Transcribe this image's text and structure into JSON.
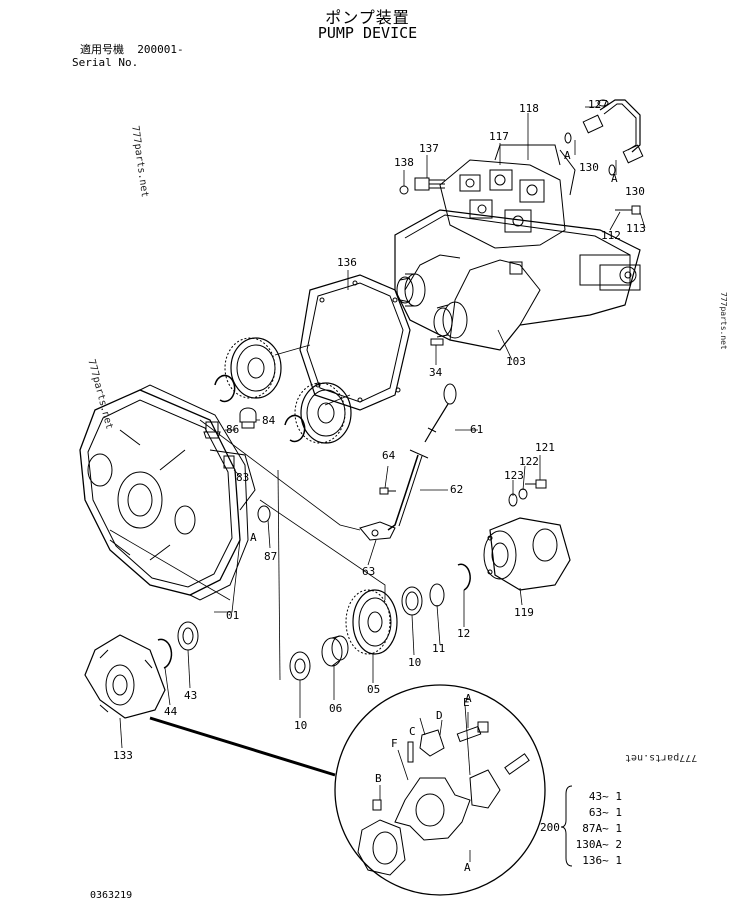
{
  "header": {
    "title_jp": "ポンプ装置",
    "title_en": "PUMP DEVICE",
    "serial_label_jp": "適用号機",
    "serial_value": "200001-",
    "serial_label_en": "Serial No."
  },
  "watermarks": {
    "top_left": "777parts.net",
    "mid_left": "777parts.net",
    "bottom_right": "777parts.net",
    "right_edge": "777parts.net"
  },
  "callouts": {
    "c118": "118",
    "c127": "127",
    "c117": "117",
    "c137": "137",
    "c138": "138",
    "c130a": "130",
    "c130b": "130",
    "cA1": "A",
    "cA2": "A",
    "c113": "113",
    "c112": "112",
    "c136": "136",
    "c103": "103",
    "c34": "34",
    "c61": "61",
    "c86": "86",
    "c84": "84",
    "c83": "83",
    "c87": "87",
    "cA3": "A",
    "c64": "64",
    "c62": "62",
    "c121": "121",
    "c122": "122",
    "c123": "123",
    "c63": "63",
    "c01": "01",
    "c10a": "10",
    "c11": "11",
    "c12": "12",
    "c119": "119",
    "c05": "05",
    "c06": "06",
    "c10b": "10",
    "c44": "44",
    "c43": "43",
    "c133": "133",
    "cD": "D",
    "cE": "E",
    "cC": "C",
    "cF": "F",
    "cB": "B",
    "cA4": "A",
    "cA5": "A"
  },
  "parts_list": {
    "ref": "200",
    "rows": [
      "43~ 1",
      "63~ 1",
      "87A~ 1",
      "130A~ 2",
      "136~ 1"
    ]
  },
  "footer": {
    "drawing_no": "0363219"
  }
}
